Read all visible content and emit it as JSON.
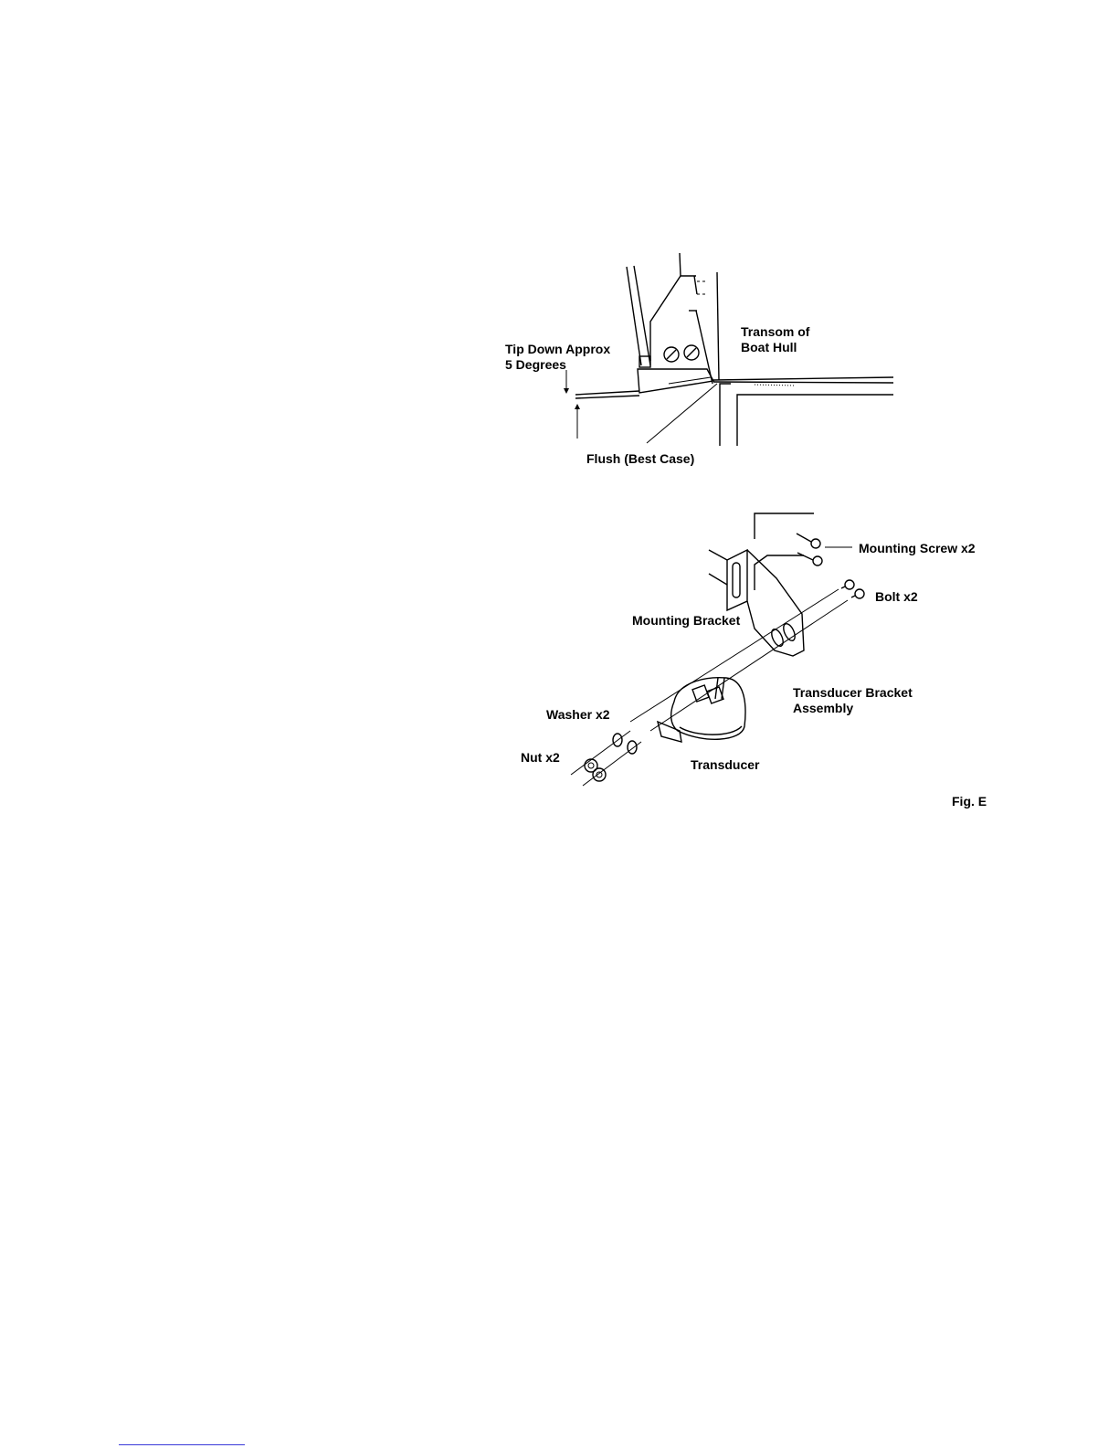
{
  "figure": {
    "id_label": "Fig. E",
    "side_view": {
      "tip_down_line1": "Tip Down Approx",
      "tip_down_line2": "5 Degrees",
      "transom_line1": "Transom of",
      "transom_line2": "Boat Hull",
      "flush_label": "Flush (Best Case)"
    },
    "exploded_view": {
      "mounting_screw": "Mounting Screw x2",
      "bolt": "Bolt x2",
      "mounting_bracket": "Mounting Bracket",
      "transducer_bracket_line1": "Transducer Bracket",
      "transducer_bracket_line2": "Assembly",
      "washer": "Washer x2",
      "nut": "Nut x2",
      "transducer": "Transducer"
    }
  },
  "colors": {
    "ink": "#000000",
    "footer_rule": "#3a3ad8"
  }
}
